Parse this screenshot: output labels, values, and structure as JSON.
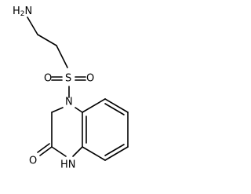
{
  "molecule": {
    "atoms": {
      "amine_main": "H",
      "amine_sub": "2",
      "amine_n": "N",
      "sulfur": "S",
      "oxygen_left": "O",
      "oxygen_right": "O",
      "ring_n4": "N",
      "carbonyl_o": "O",
      "ring_nh": "HN"
    }
  }
}
